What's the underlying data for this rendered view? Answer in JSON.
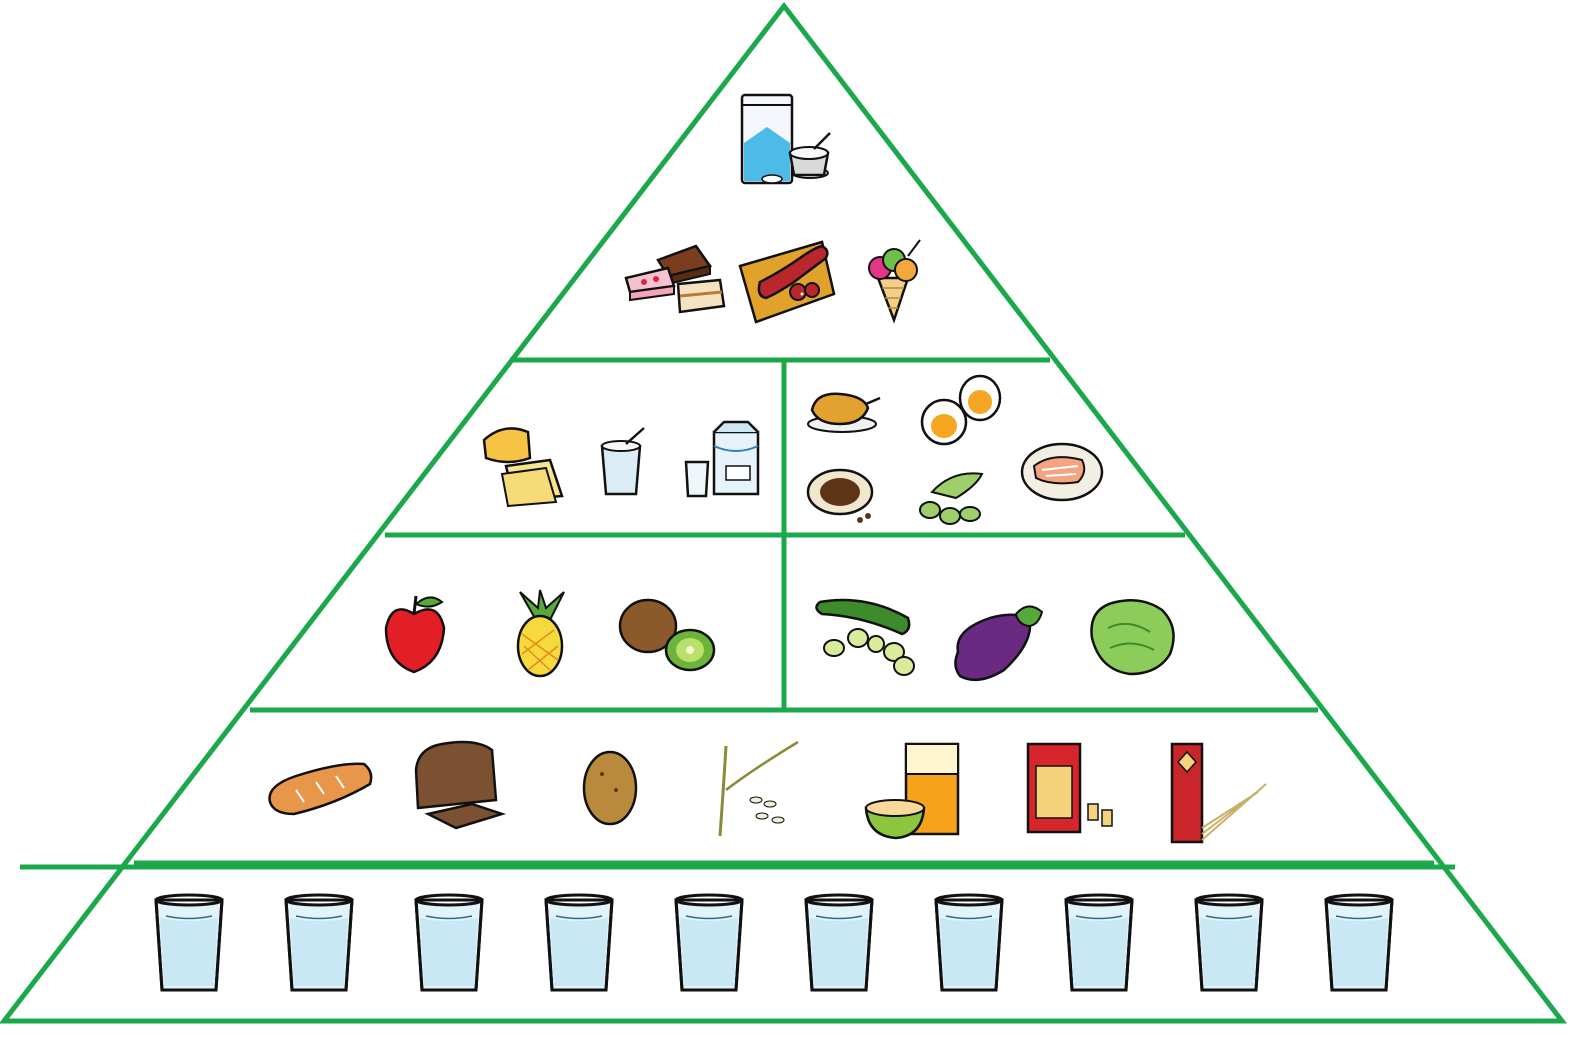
{
  "diagram": {
    "line_color": "#1aa84a",
    "tiers": [
      {
        "id": "occasional",
        "sections": [
          {
            "id": "sugar-salt",
            "items": [
              {
                "icon": "sugar-salt-icon"
              }
            ]
          },
          {
            "id": "treats",
            "items": [
              {
                "icon": "cakes-icon"
              },
              {
                "icon": "sausage-icon"
              },
              {
                "icon": "ice-cream-icon"
              }
            ]
          }
        ]
      },
      {
        "id": "protein",
        "sections": [
          {
            "id": "dairy",
            "items": [
              {
                "icon": "cheese-icon"
              },
              {
                "icon": "yogurt-icon"
              },
              {
                "icon": "milk-icon"
              }
            ]
          },
          {
            "id": "meat-eggs-legumes",
            "items": [
              {
                "icon": "chicken-icon"
              },
              {
                "icon": "eggs-icon"
              },
              {
                "icon": "lentils-icon"
              },
              {
                "icon": "beans-icon"
              },
              {
                "icon": "fish-icon"
              }
            ]
          }
        ]
      },
      {
        "id": "fruit-veg",
        "sections": [
          {
            "id": "fruits",
            "items": [
              {
                "icon": "apple-icon"
              },
              {
                "icon": "pineapple-icon"
              },
              {
                "icon": "kiwi-icon"
              }
            ]
          },
          {
            "id": "vegetables",
            "items": [
              {
                "icon": "zucchini-icon"
              },
              {
                "icon": "eggplant-icon"
              },
              {
                "icon": "lettuce-icon"
              }
            ]
          }
        ]
      },
      {
        "id": "grains",
        "sections": [
          {
            "id": "starches",
            "items": [
              {
                "icon": "baguette-icon"
              },
              {
                "icon": "brown-bread-icon"
              },
              {
                "icon": "potato-icon"
              },
              {
                "icon": "rice-icon"
              },
              {
                "icon": "cereal-icon"
              },
              {
                "icon": "pasta-icon"
              },
              {
                "icon": "spaghetti-icon"
              }
            ]
          }
        ]
      },
      {
        "id": "water",
        "sections": [
          {
            "id": "water-glasses",
            "count": 10,
            "items": [
              {
                "icon": "water-glass-icon"
              }
            ]
          }
        ]
      }
    ]
  }
}
